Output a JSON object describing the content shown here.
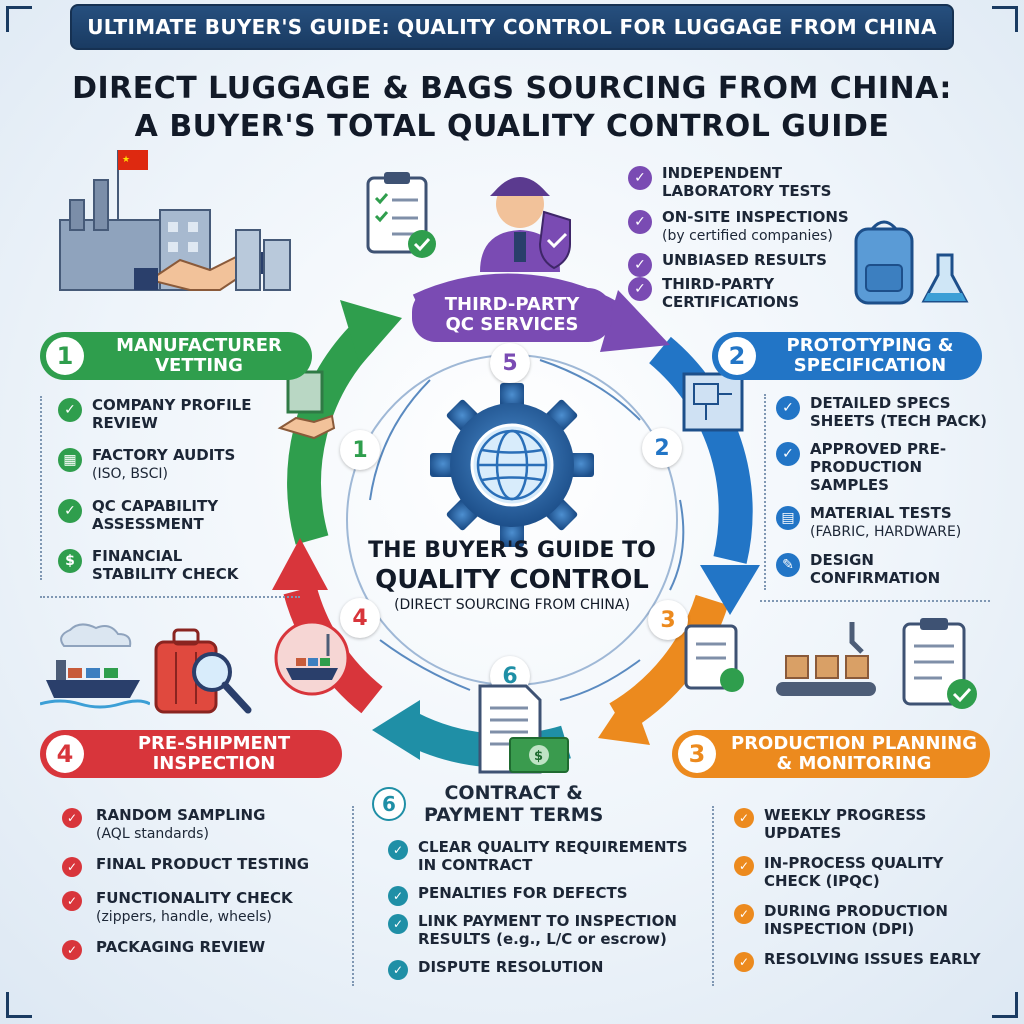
{
  "banner": "ULTIMATE BUYER'S GUIDE: QUALITY CONTROL FOR LUGGAGE FROM CHINA",
  "title_line1": "DIRECT LUGGAGE & BAGS SOURCING FROM CHINA:",
  "title_line2": "A BUYER'S TOTAL QUALITY CONTROL GUIDE",
  "center": {
    "line1": "THE BUYER'S GUIDE TO",
    "line2": "QUALITY CONTROL",
    "line3": "(DIRECT SOURCING FROM CHINA)"
  },
  "cycle_numbers": [
    "1",
    "2",
    "3",
    "4",
    "5",
    "6"
  ],
  "colors": {
    "green": "#2f9e4d",
    "blue": "#2275c6",
    "orange": "#ec8a1e",
    "red": "#d8353b",
    "purple": "#7a4bb3",
    "teal": "#1f8fa6",
    "navy": "#1a3b62"
  },
  "sections": {
    "s1": {
      "number": "1",
      "title_line1": "MANUFACTURER",
      "title_line2": "VETTING",
      "items": [
        {
          "main": "COMPANY PROFILE REVIEW",
          "sub": "",
          "icon": "check-icon"
        },
        {
          "main": "FACTORY AUDITS",
          "sub": "(ISO, BSCI)",
          "icon": "factory-icon"
        },
        {
          "main": "QC CAPABILITY ASSESSMENT",
          "sub": "",
          "icon": "check-icon"
        },
        {
          "main": "FINANCIAL STABILITY CHECK",
          "sub": "",
          "icon": "dollar-icon"
        }
      ]
    },
    "s2": {
      "number": "2",
      "title_line1": "PROTOTYPING &",
      "title_line2": "SPECIFICATION",
      "items": [
        {
          "main": "DETAILED SPECS SHEETS (TECH PACK)",
          "sub": "",
          "icon": "check-icon"
        },
        {
          "main": "APPROVED PRE-PRODUCTION SAMPLES",
          "sub": "",
          "icon": "check-icon"
        },
        {
          "main": "MATERIAL TESTS",
          "sub": "(FABRIC, HARDWARE)",
          "icon": "ruler-icon"
        },
        {
          "main": "DESIGN CONFIRMATION",
          "sub": "",
          "icon": "pencil-icon"
        }
      ]
    },
    "s3": {
      "number": "3",
      "title_line1": "PRODUCTION PLANNING",
      "title_line2": "& MONITORING",
      "items": [
        {
          "main": "WEEKLY PROGRESS UPDATES",
          "sub": ""
        },
        {
          "main": "IN-PROCESS QUALITY CHECK (IPQC)",
          "sub": ""
        },
        {
          "main": "DURING PRODUCTION INSPECTION (DPI)",
          "sub": ""
        },
        {
          "main": "RESOLVING ISSUES EARLY",
          "sub": ""
        }
      ]
    },
    "s4": {
      "number": "4",
      "title_line1": "PRE-SHIPMENT",
      "title_line2": "INSPECTION",
      "items": [
        {
          "main": "RANDOM SAMPLING",
          "sub": "(AQL standards)"
        },
        {
          "main": "FINAL PRODUCT TESTING",
          "sub": ""
        },
        {
          "main": "FUNCTIONALITY CHECK",
          "sub": "(zippers, handle, wheels)"
        },
        {
          "main": "PACKAGING REVIEW",
          "sub": ""
        }
      ]
    },
    "s5": {
      "number": "5",
      "title_line1": "THIRD-PARTY",
      "title_line2": "QC SERVICES",
      "items": [
        {
          "main": "INDEPENDENT LABORATORY TESTS",
          "sub": ""
        },
        {
          "main": "ON-SITE INSPECTIONS",
          "sub": "(by certified companies)"
        },
        {
          "main": "UNBIASED RESULTS",
          "sub": ""
        },
        {
          "main": "THIRD-PARTY CERTIFICATIONS",
          "sub": ""
        }
      ]
    },
    "s6": {
      "number": "6",
      "title_line1": "CONTRACT &",
      "title_line2": "PAYMENT TERMS",
      "items": [
        {
          "main": "CLEAR QUALITY REQUIREMENTS IN CONTRACT",
          "sub": ""
        },
        {
          "main": "PENALTIES FOR DEFECTS",
          "sub": ""
        },
        {
          "main": "LINK PAYMENT TO INSPECTION RESULTS (e.g., L/C or escrow)",
          "sub": ""
        },
        {
          "main": "DISPUTE RESOLUTION",
          "sub": ""
        }
      ]
    }
  },
  "icons": [
    "factory-icon",
    "china-flag-icon",
    "handshake-icon",
    "checklist-icon",
    "inspector-icon",
    "shield-check-icon",
    "backpack-icon",
    "flask-icon",
    "blueprint-icon",
    "conveyor-icon",
    "clipboard-icon",
    "cargo-ship-icon",
    "suitcase-icon",
    "magnifier-icon",
    "contract-icon",
    "money-icon",
    "gear-globe-icon"
  ]
}
